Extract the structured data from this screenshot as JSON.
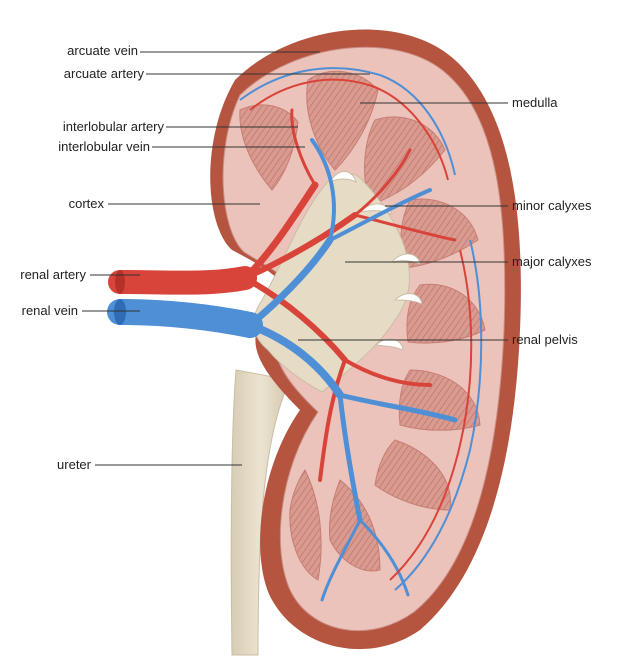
{
  "colors": {
    "capsule": "#b5553f",
    "cortex": "#ecc3bb",
    "pyramid": "#d99a8f",
    "pelvis": "#e6dcc6",
    "ureter": "#e2d8c2",
    "artery": "#d9443a",
    "vein": "#4f8fd6",
    "leader": "#333333"
  },
  "labels": {
    "arcuate_vein": "arcuate vein",
    "arcuate_artery": "arcuate artery",
    "interlobular_artery": "interlobular artery",
    "interlobular_vein": "interlobular vein",
    "cortex": "cortex",
    "renal_artery": "renal artery",
    "renal_vein": "renal vein",
    "ureter": "ureter",
    "medulla": "medulla",
    "minor_calyxes": "minor calyxes",
    "major_calyxes": "major calyxes",
    "renal_pelvis": "renal pelvis"
  }
}
